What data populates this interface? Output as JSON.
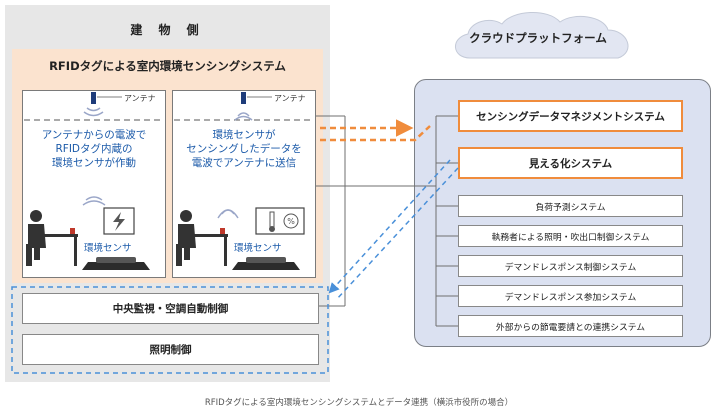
{
  "building": {
    "title": "建 物 側"
  },
  "rfid_system": {
    "title": "RFIDタグによる室内環境センシングシステム",
    "antenna_label": "アンテナ",
    "panel_left": {
      "lines": [
        "アンテナからの電波で",
        "RFIDタグ内蔵の",
        "環境センサが作動"
      ],
      "sensor_label": "環境センサ"
    },
    "panel_right": {
      "lines": [
        "環境センサが",
        "センシングしたデータを",
        "電波でアンテナに送信"
      ],
      "sensor_label": "環境センサ"
    }
  },
  "building_controls": [
    "中央監視・空調自動制御",
    "照明制御"
  ],
  "cloud": {
    "title": "クラウドプラットフォーム",
    "main_systems": [
      "センシングデータマネジメントシステム",
      "見える化システム"
    ],
    "sub_systems": [
      "負荷予測システム",
      "執務者による照明・吹出口制御システム",
      "デマンドレスポンス制御システム",
      "デマンドレスポンス参加システム",
      "外部からの節電要請との連携システム"
    ]
  },
  "caption": "RFIDタグによる室内環境センシングシステムとデータ連携（横浜市役所の場合）",
  "colors": {
    "building_bg": "#e7e7e7",
    "rfid_bg": "#fbe3cf",
    "accent_orange": "#f08c3c",
    "accent_blue": "#4a90d9",
    "text_blue": "#1b5aa9",
    "cloud_panel": "#dbe1f1",
    "cloud_shape": "#e2e6f2"
  },
  "icons": [
    "antenna-icon",
    "wave-icon",
    "desk-worker-icon",
    "lightning-display-icon",
    "thermometer-humidity-display-icon",
    "sensor-device-icon",
    "cloud-icon"
  ]
}
